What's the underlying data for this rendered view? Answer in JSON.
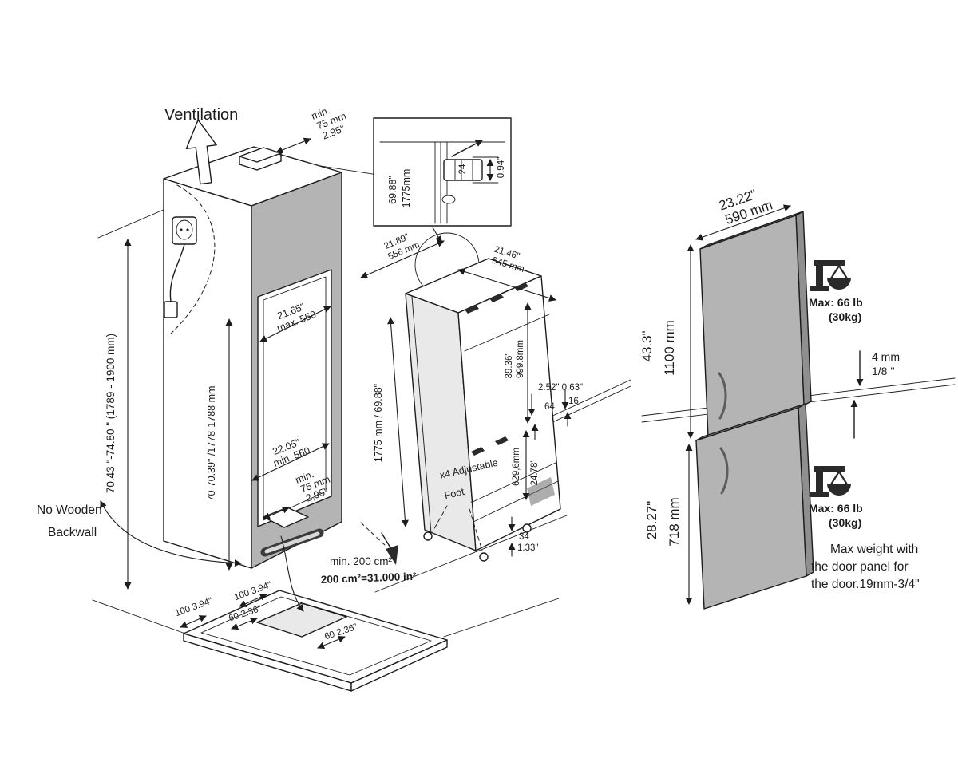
{
  "title": "Built-in refrigerator installation dimensions diagram",
  "colors": {
    "line": "#1c1c1c",
    "panel_gray": "#b4b4b4",
    "panel_edge_gray": "#8f8f8f",
    "background": "#ffffff"
  },
  "cabinet": {
    "ventilation": "Ventilation",
    "top_gap": {
      "l1": "min.",
      "l2": "75 mm",
      "l3": "2,95\""
    },
    "height_outer": "70.43 \"-74.80 \" (1789 - 1900 mm)",
    "height_niche": "70-70.39\" /1778-1788 mm",
    "niche_depth_top": {
      "l1": "21,65\"",
      "l2": "max. 550"
    },
    "niche_depth_bottom": {
      "l1": "22.05\"",
      "l2": "min. 560"
    },
    "bottom_gap": {
      "l1": "min.",
      "l2": "75 mm",
      "l3": "2,95\""
    },
    "no_backwall": {
      "l1": "No Wooden",
      "l2": "Backwall"
    },
    "base_plate": {
      "dim_top": "100 3.94\"",
      "dim_left": "100 3.94\"",
      "dim_mid": "60 2.36\"",
      "dim_right": "60 2.36\""
    }
  },
  "unit": {
    "inset": {
      "h_in": "69.88\"",
      "h_mm": "1775mm",
      "t_mm": "24",
      "t_in": "0.94\""
    },
    "width": {
      "l1": "21.89\"",
      "l2": "556 mm"
    },
    "depth": {
      "l1": "21.46\"",
      "l2": "545 mm"
    },
    "height": "1775 mm / 69.88\"",
    "fridge_h": {
      "in": "39.36\"",
      "mm": "999.8mm"
    },
    "gap": {
      "in": "2.52\" 0.63\"",
      "mm": "64",
      "mm2": "16"
    },
    "freezer_h": {
      "mm": "629,6mm",
      "in": "24.78\""
    },
    "foot_h": {
      "mm": "34",
      "in": "1.33\""
    },
    "foot_label": {
      "l1": "x4 Adjustable",
      "l2": "Foot"
    },
    "vent_min": "min. 200 cm²",
    "vent_eq": "200 cm²=31.000 in²"
  },
  "panels": {
    "width": {
      "l1": "23.22\"",
      "l2": "590 mm"
    },
    "upper_h": {
      "in": "43.3\"",
      "mm": "1100 mm"
    },
    "lower_h": {
      "in": "28.27\"",
      "mm": "718 mm"
    },
    "gap": {
      "l1": "4 mm",
      "l2": "1/8 ''"
    },
    "max_weight": {
      "l1": "Max: 66 lb",
      "l2": "(30kg)"
    },
    "note": {
      "l1": "Max weight with",
      "l2": "the door panel for",
      "l3": "the door.19mm-3/4\""
    }
  }
}
